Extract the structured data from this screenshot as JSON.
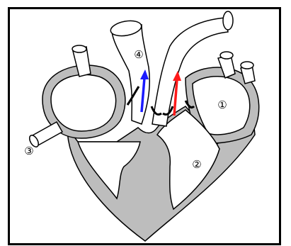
{
  "diagram": {
    "labels": [
      {
        "id": "1",
        "text": "①"
      },
      {
        "id": "2",
        "text": "②"
      },
      {
        "id": "3",
        "text": "③"
      },
      {
        "id": "4",
        "text": "④"
      }
    ],
    "colors": {
      "tissue": "#bdbdbd",
      "outline": "#000000",
      "chamber": "#ffffff",
      "blue_arrow": "#1a1aff",
      "red_arrow": "#ff1a1a"
    }
  }
}
